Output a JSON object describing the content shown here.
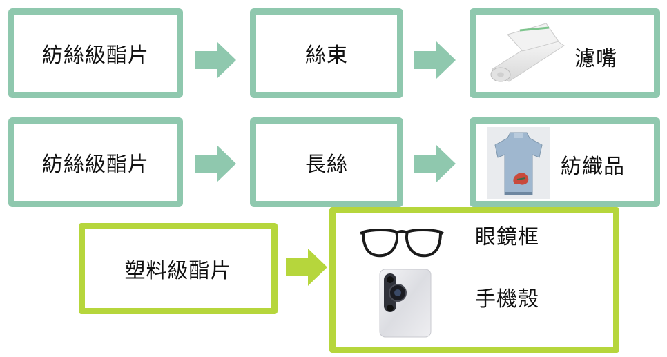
{
  "colors": {
    "fiber_flow": "#8fc8ae",
    "plastic_flow": "#b6d63c",
    "arrow_teal": "#8fc8ae",
    "arrow_lime": "#b6d63c"
  },
  "row1": {
    "source": "紡絲級酯片",
    "intermediate": "絲束",
    "product": "濾嘴",
    "product_icon": "filter-roll-icon"
  },
  "row2": {
    "source": "紡絲級酯片",
    "intermediate": "長絲",
    "product": "紡織品",
    "product_icon": "dress-icon"
  },
  "row3": {
    "source": "塑料級酯片",
    "products": [
      {
        "label": "眼鏡框",
        "icon": "glasses-frame-icon"
      },
      {
        "label": "手機殼",
        "icon": "phone-case-icon"
      }
    ]
  }
}
